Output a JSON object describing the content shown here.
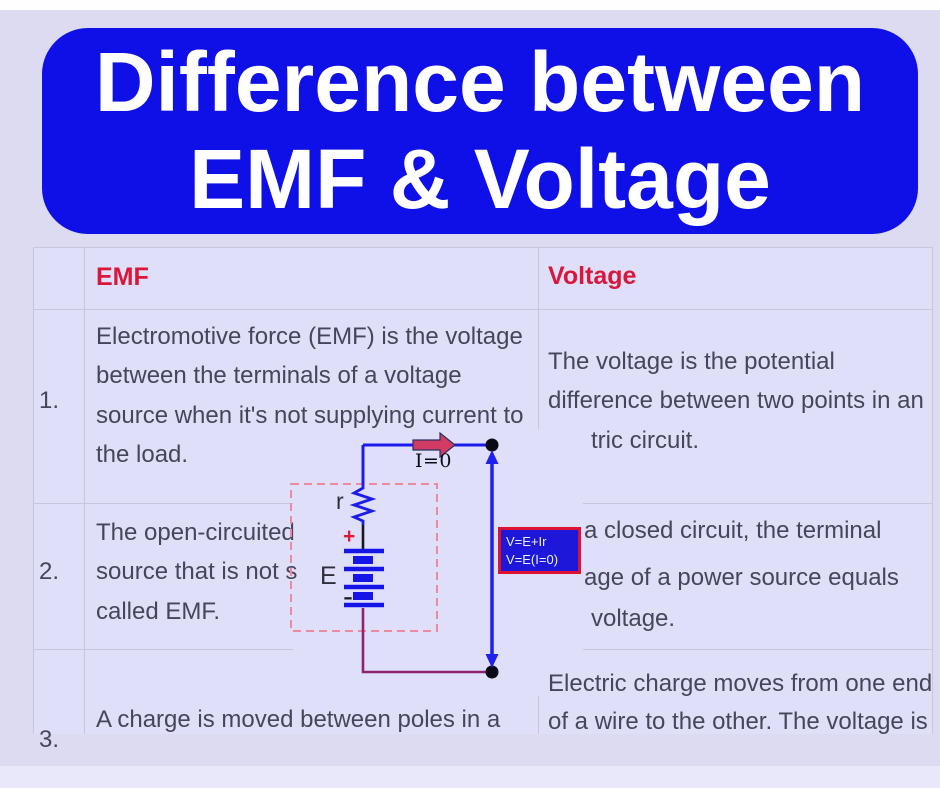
{
  "title": {
    "line1": "Difference between",
    "line2": "EMF & Voltage"
  },
  "table": {
    "headers": {
      "emf": "EMF",
      "voltage": "Voltage"
    },
    "rows": [
      {
        "num": "1.",
        "emf_lines": [
          "Electromotive force (EMF) is the voltage",
          "between the terminals of a voltage",
          "source when it's not supplying current to",
          "the load."
        ],
        "voltage_lines": [
          "The voltage is the potential",
          "difference between two points in an",
          "tric circuit."
        ]
      },
      {
        "num": "2.",
        "emf_lines": [
          "The open-circuited",
          "source that is not s",
          "called EMF."
        ],
        "voltage_lines": [
          "a closed circuit, the terminal",
          "age of a power source equals",
          "voltage."
        ]
      },
      {
        "num": "3.",
        "emf_lines": [
          "A charge is moved between poles in a"
        ],
        "voltage_lines": [
          "Electric charge moves from one end",
          "of a wire to the other. The voltage is"
        ]
      }
    ]
  },
  "circuit": {
    "resistor_label": "r",
    "battery_label": "E",
    "plus": "+",
    "minus": "-",
    "current_label": "I=0",
    "formula": {
      "line1": "V=E+Ir",
      "line2": "V=E(I=0)"
    }
  },
  "colors": {
    "page_bg": "#dcdbf2",
    "title_bg": "#0f0fe7",
    "header_red": "#d8173a",
    "wire_blue": "#1c1cea",
    "wire_maroon": "#8e2470",
    "arrow_red": "#d23b63",
    "dashed_pink": "#ee8aa0",
    "formula_bg": "#1d17da",
    "formula_border": "#de1133"
  }
}
